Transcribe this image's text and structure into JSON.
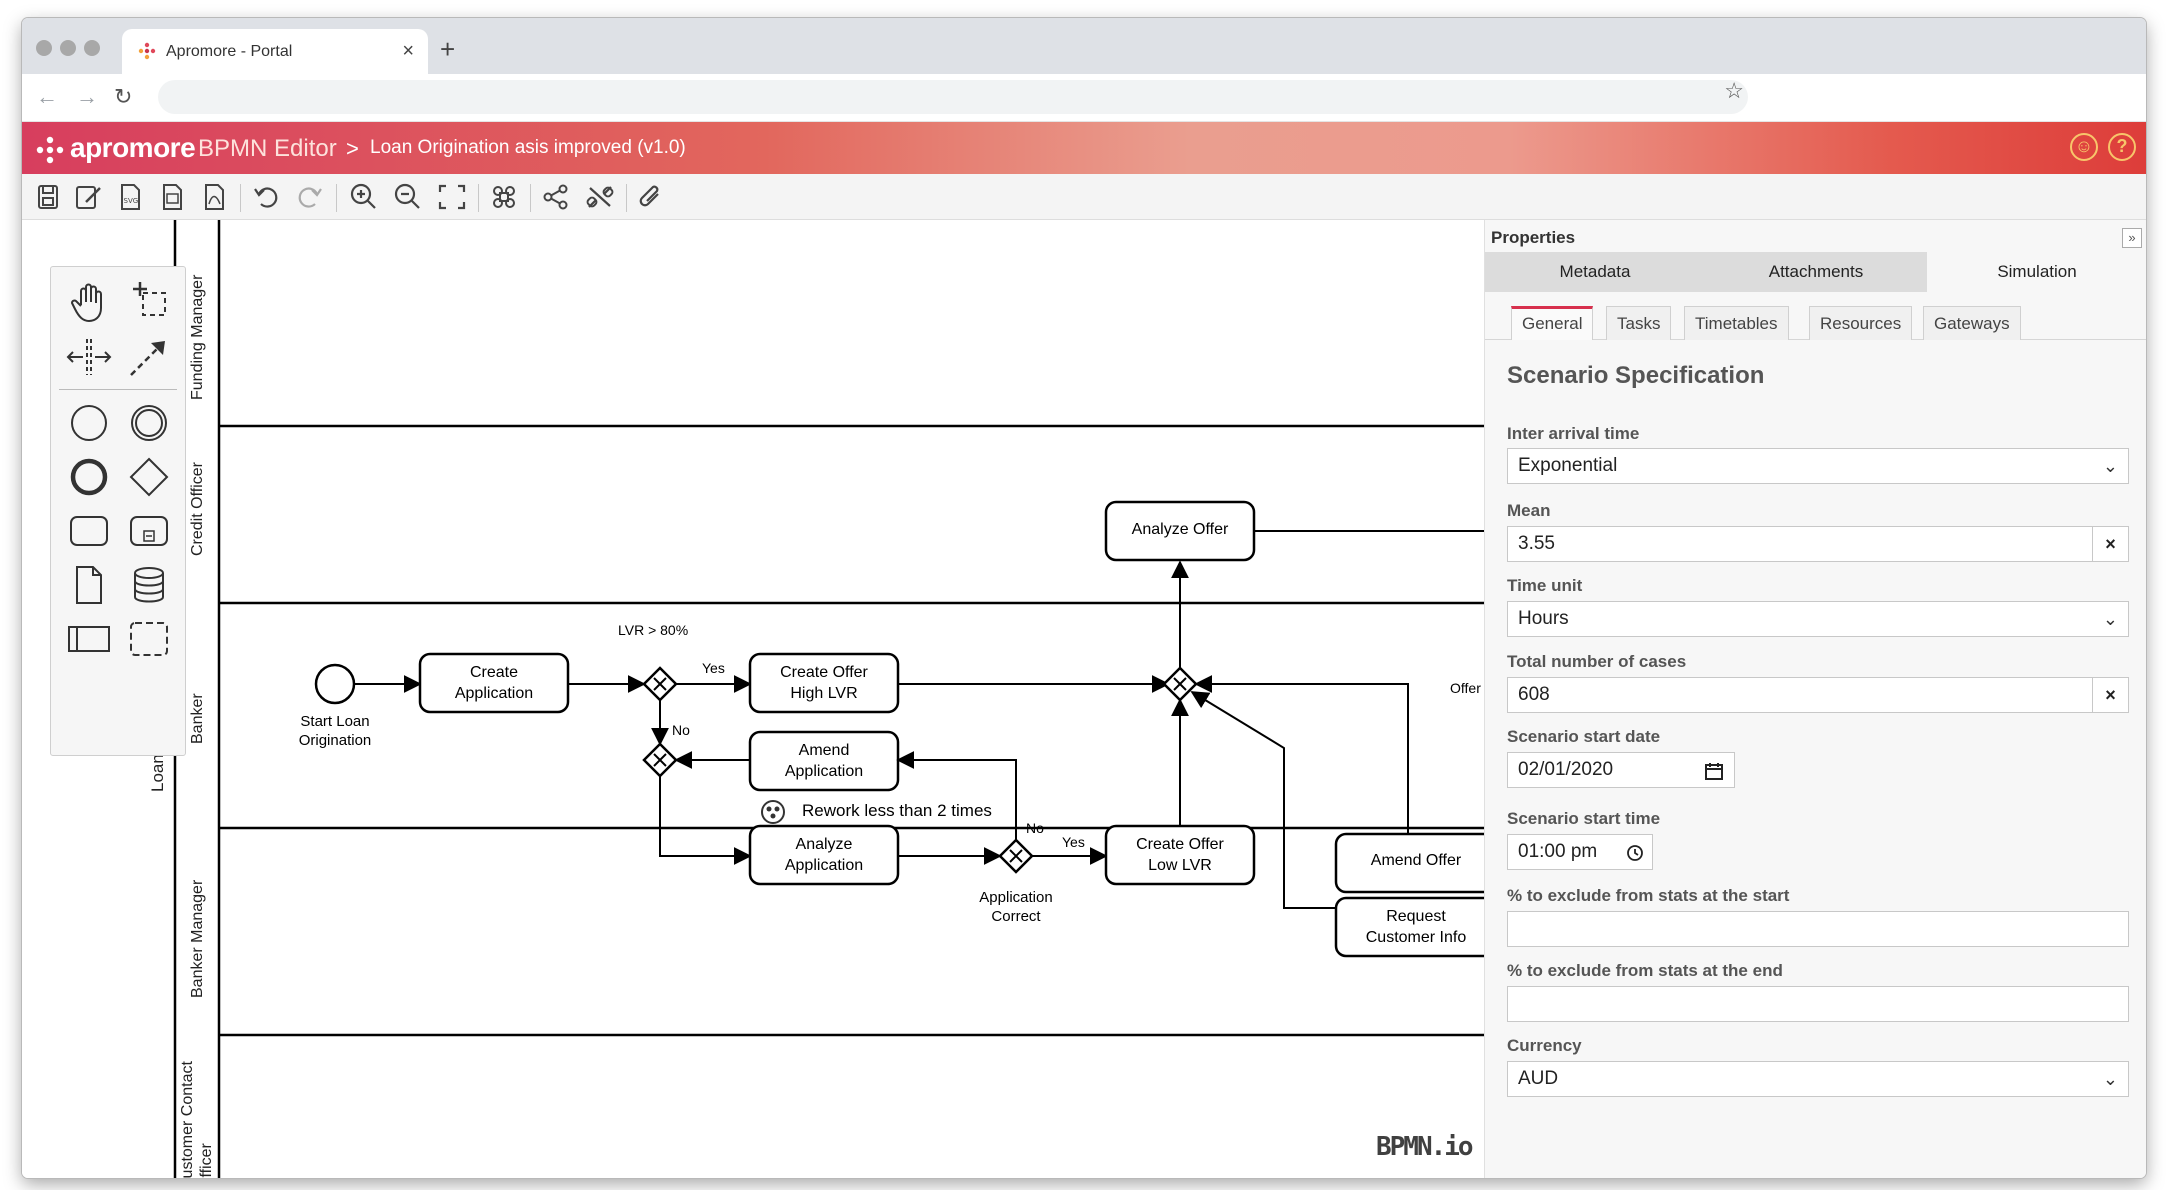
{
  "browser": {
    "tab_title": "Apromore - Portal",
    "new_tab": "+",
    "close": "×"
  },
  "app": {
    "logo": "apromore",
    "editor": "BPMN Editor",
    "breadcrumb_sep": ">",
    "document": "Loan Origination asis improved (v1.0)"
  },
  "diagram": {
    "pool": "Loan Origination",
    "lanes": [
      "Funding Manager",
      "Credit Officer",
      "Banker",
      "Banker Manager",
      "Customer Contact Officer"
    ],
    "lane_customer_line1": "Customer Contact",
    "lane_customer_line2": "Officer",
    "start_event_line1": "Start Loan",
    "start_event_line2": "Origination",
    "task_create_app_1": "Create",
    "task_create_app_2": "Application",
    "gw_lvr_label": "LVR > 80%",
    "yes1": "Yes",
    "no1": "No",
    "task_high_1": "Create Offer",
    "task_high_2": "High LVR",
    "task_amend_1": "Amend",
    "task_amend_2": "Application",
    "rework": "Rework less than 2 times",
    "no2": "No",
    "task_analyze_app_1": "Analyze",
    "task_analyze_app_2": "Application",
    "gw_correct_1": "Application",
    "gw_correct_2": "Correct",
    "yes2": "Yes",
    "task_low_1": "Create Offer",
    "task_low_2": "Low LVR",
    "task_analyze_offer": "Analyze Offer",
    "offer_label": "Offer",
    "task_amend_offer": "Amend Offer",
    "task_request_1": "Request",
    "task_request_2": "Customer Info",
    "watermark": "BPMN.io"
  },
  "properties": {
    "title": "Properties",
    "collapse": "»",
    "main_tabs": [
      "Metadata",
      "Attachments",
      "Simulation"
    ],
    "sub_tabs": [
      "General",
      "Tasks",
      "Timetables",
      "Resources",
      "Gateways"
    ],
    "section_title": "Scenario Specification",
    "inter_arrival_label": "Inter arrival time",
    "inter_arrival_value": "Exponential",
    "mean_label": "Mean",
    "mean_value": "3.55",
    "time_unit_label": "Time unit",
    "time_unit_value": "Hours",
    "total_cases_label": "Total number of cases",
    "total_cases_value": "608",
    "start_date_label": "Scenario start date",
    "start_date_value": "02/01/2020",
    "start_time_label": "Scenario start time",
    "start_time_value": "01:00 pm",
    "exclude_start_label": "% to exclude from stats at the start",
    "exclude_start_value": "",
    "exclude_end_label": "% to exclude from stats at the end",
    "exclude_end_value": "",
    "currency_label": "Currency",
    "currency_value": "AUD",
    "clear_symbol": "×",
    "chevron": "⌄"
  },
  "colors": {
    "accent": "#d7304d",
    "appbar_start": "#d73e5e",
    "appbar_end": "#dd3d3a",
    "help_icon": "#f8c56a"
  }
}
